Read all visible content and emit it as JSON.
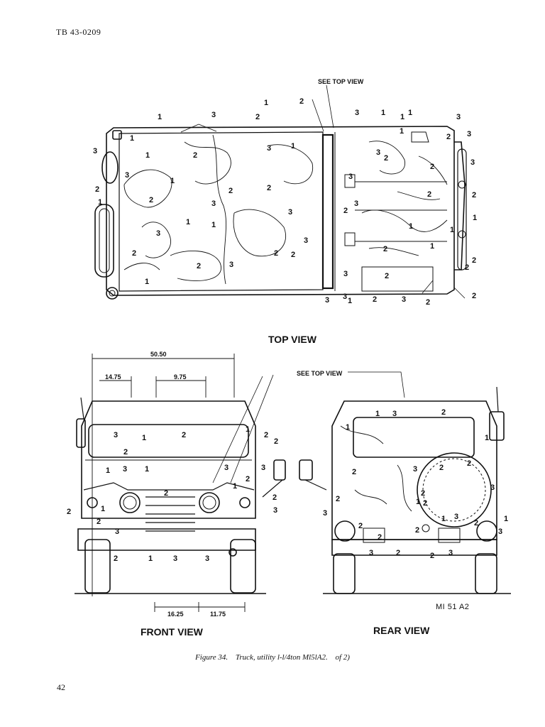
{
  "header": {
    "doc_id": "TB 43-0209"
  },
  "views": {
    "top_title": "TOP VIEW",
    "front_title": "FRONT VIEW",
    "rear_title": "REAR VIEW",
    "see_top_view_top": "SEE TOP VIEW",
    "see_top_view_rear": "SEE TOP VIEW"
  },
  "dimensions": {
    "overall": "50.50",
    "left": "14.75",
    "mid": "9.75",
    "bottom_left": "16.25",
    "bottom_right": "11.75"
  },
  "figure": {
    "code": "MI 51 A2",
    "caption_prefix": "Figure 34.",
    "caption_text": "Truck, utility l-l/4ton Ml5lA2.",
    "caption_suffix": "of 2)"
  },
  "footer": {
    "page_number": "42"
  },
  "callouts": {
    "top": [
      {
        "t": "1"
      },
      {
        "t": "3"
      },
      {
        "t": "2"
      },
      {
        "t": "1"
      },
      {
        "t": "2"
      },
      {
        "t": "3"
      },
      {
        "t": "1"
      },
      {
        "t": "1"
      },
      {
        "t": "3"
      },
      {
        "t": "1"
      },
      {
        "t": "2"
      },
      {
        "t": "2"
      },
      {
        "t": "3"
      },
      {
        "t": "1"
      },
      {
        "t": "3"
      },
      {
        "t": "2"
      },
      {
        "t": "1"
      },
      {
        "t": "2"
      },
      {
        "t": "3"
      },
      {
        "t": "2"
      },
      {
        "t": "1"
      },
      {
        "t": "3"
      },
      {
        "t": "1"
      },
      {
        "t": "2"
      },
      {
        "t": "2"
      },
      {
        "t": "3"
      },
      {
        "t": "1"
      },
      {
        "t": "3"
      },
      {
        "t": "2"
      },
      {
        "t": "3"
      },
      {
        "t": "1"
      },
      {
        "t": "3"
      },
      {
        "t": "1"
      },
      {
        "t": "2"
      },
      {
        "t": "2"
      },
      {
        "t": "1"
      },
      {
        "t": "2"
      },
      {
        "t": "2"
      },
      {
        "t": "3"
      },
      {
        "t": "1"
      },
      {
        "t": "3"
      },
      {
        "t": "2"
      },
      {
        "t": "2"
      },
      {
        "t": "1"
      },
      {
        "t": "3"
      },
      {
        "t": "2"
      },
      {
        "t": "3"
      },
      {
        "t": "1"
      },
      {
        "t": "2"
      },
      {
        "t": "2"
      },
      {
        "t": "1"
      },
      {
        "t": "3"
      },
      {
        "t": "2"
      },
      {
        "t": "1"
      },
      {
        "t": "3"
      },
      {
        "t": "2"
      },
      {
        "t": "2"
      },
      {
        "t": "1"
      },
      {
        "t": "2"
      },
      {
        "t": "3"
      },
      {
        "t": "2"
      },
      {
        "t": "3"
      },
      {
        "t": "3"
      }
    ],
    "front": [
      {
        "t": "3"
      },
      {
        "t": "1"
      },
      {
        "t": "2"
      },
      {
        "t": "1"
      },
      {
        "t": "2"
      },
      {
        "t": "1"
      },
      {
        "t": "3"
      },
      {
        "t": "1"
      },
      {
        "t": "2"
      },
      {
        "t": "3"
      },
      {
        "t": "2"
      },
      {
        "t": "1"
      },
      {
        "t": "3"
      },
      {
        "t": "2"
      },
      {
        "t": "3"
      },
      {
        "t": "2"
      },
      {
        "t": "3"
      },
      {
        "t": "1"
      },
      {
        "t": "2"
      },
      {
        "t": "2"
      },
      {
        "t": "1"
      },
      {
        "t": "3"
      },
      {
        "t": "3"
      },
      {
        "t": "2"
      },
      {
        "t": "2"
      }
    ],
    "rear": [
      {
        "t": "1"
      },
      {
        "t": "3"
      },
      {
        "t": "2"
      },
      {
        "t": "3"
      },
      {
        "t": "2"
      },
      {
        "t": "1"
      },
      {
        "t": "3"
      },
      {
        "t": "2"
      },
      {
        "t": "2"
      },
      {
        "t": "2"
      },
      {
        "t": "1"
      },
      {
        "t": "3"
      },
      {
        "t": "2"
      },
      {
        "t": "1"
      },
      {
        "t": "3"
      },
      {
        "t": "3"
      },
      {
        "t": "2"
      },
      {
        "t": "1"
      },
      {
        "t": "2"
      },
      {
        "t": "2"
      },
      {
        "t": "3"
      },
      {
        "t": "2"
      },
      {
        "t": "2"
      },
      {
        "t": "1"
      },
      {
        "t": "3"
      },
      {
        "t": "2"
      },
      {
        "t": "2"
      }
    ]
  }
}
